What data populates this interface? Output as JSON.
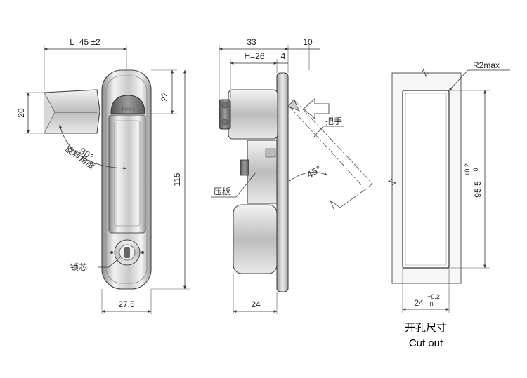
{
  "front_view": {
    "width_label": "L=45 ±2",
    "height_label": "115",
    "handle_top_offset": "22",
    "lever_height": "20",
    "bottom_width": "27.5",
    "push_label": "PUSH",
    "rotation_angle": "90°",
    "rotation_note": "旋转角度",
    "lock_core_note": "锁芯"
  },
  "side_view": {
    "depth_label": "33",
    "handle_h_label": "H=26",
    "offset_label": "4",
    "front_label": "10",
    "bottom_label": "24",
    "handle_note": "把手",
    "angle_label": "45°",
    "plate_note": "压板"
  },
  "cutout_view": {
    "radius_label": "R2max",
    "height_label": "95.5",
    "height_tol_upper": "+0.2",
    "height_tol_lower": "0",
    "width_label": "24",
    "width_tol_upper": "+0.2",
    "width_tol_lower": "0",
    "caption_cn": "开孔尺寸",
    "caption_en": "Cut out"
  }
}
